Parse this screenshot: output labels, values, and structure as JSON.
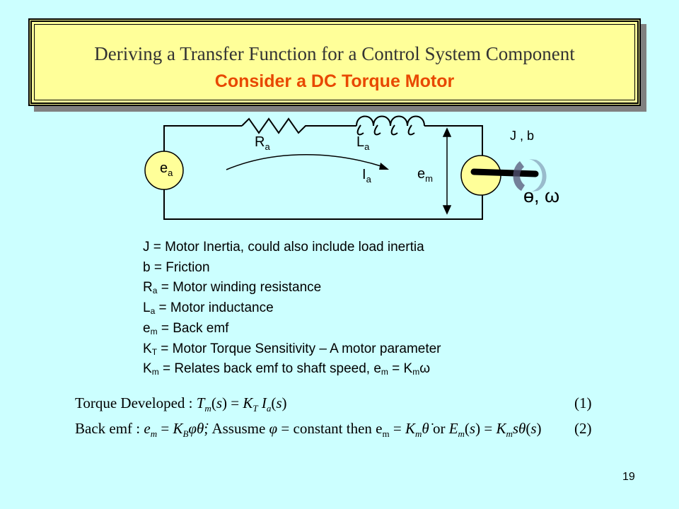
{
  "title": {
    "line1": "Deriving a Transfer Function for a Control System Component",
    "line2": "Consider a DC Torque Motor"
  },
  "circuit": {
    "source": "e",
    "source_sub": "a",
    "R": "R",
    "R_sub": "a",
    "L": "L",
    "L_sub": "a",
    "I": "I",
    "I_sub": "a",
    "em": "e",
    "em_sub": "m",
    "jb": "J , b",
    "angle": "ɵ, ω"
  },
  "definitions": [
    {
      "sym": "J",
      "sub": "",
      "text": " = Motor Inertia, could also include load inertia"
    },
    {
      "sym": "b",
      "sub": "",
      "text": " = Friction"
    },
    {
      "sym": "R",
      "sub": "a",
      "text": " = Motor winding resistance"
    },
    {
      "sym": "L",
      "sub": "a",
      "text": " = Motor inductance"
    },
    {
      "sym": "e",
      "sub": "m",
      "text": " = Back emf"
    },
    {
      "sym": "K",
      "sub": "T",
      "text": " = Motor Torque Sensitivity – A motor parameter"
    },
    {
      "sym": "K",
      "sub": "m",
      "text": " = Relates back emf to shaft speed, e"
    }
  ],
  "def_tail": {
    "sub1": "m",
    "mid": " = K",
    "sub2": "m",
    "end": "ω"
  },
  "equations": {
    "eq1_prefix": "Torque Developed : ",
    "eq1_num": "(1)",
    "eq2_prefix": "Back emf : ",
    "eq2_num": "(2)"
  },
  "slide_number": "19"
}
